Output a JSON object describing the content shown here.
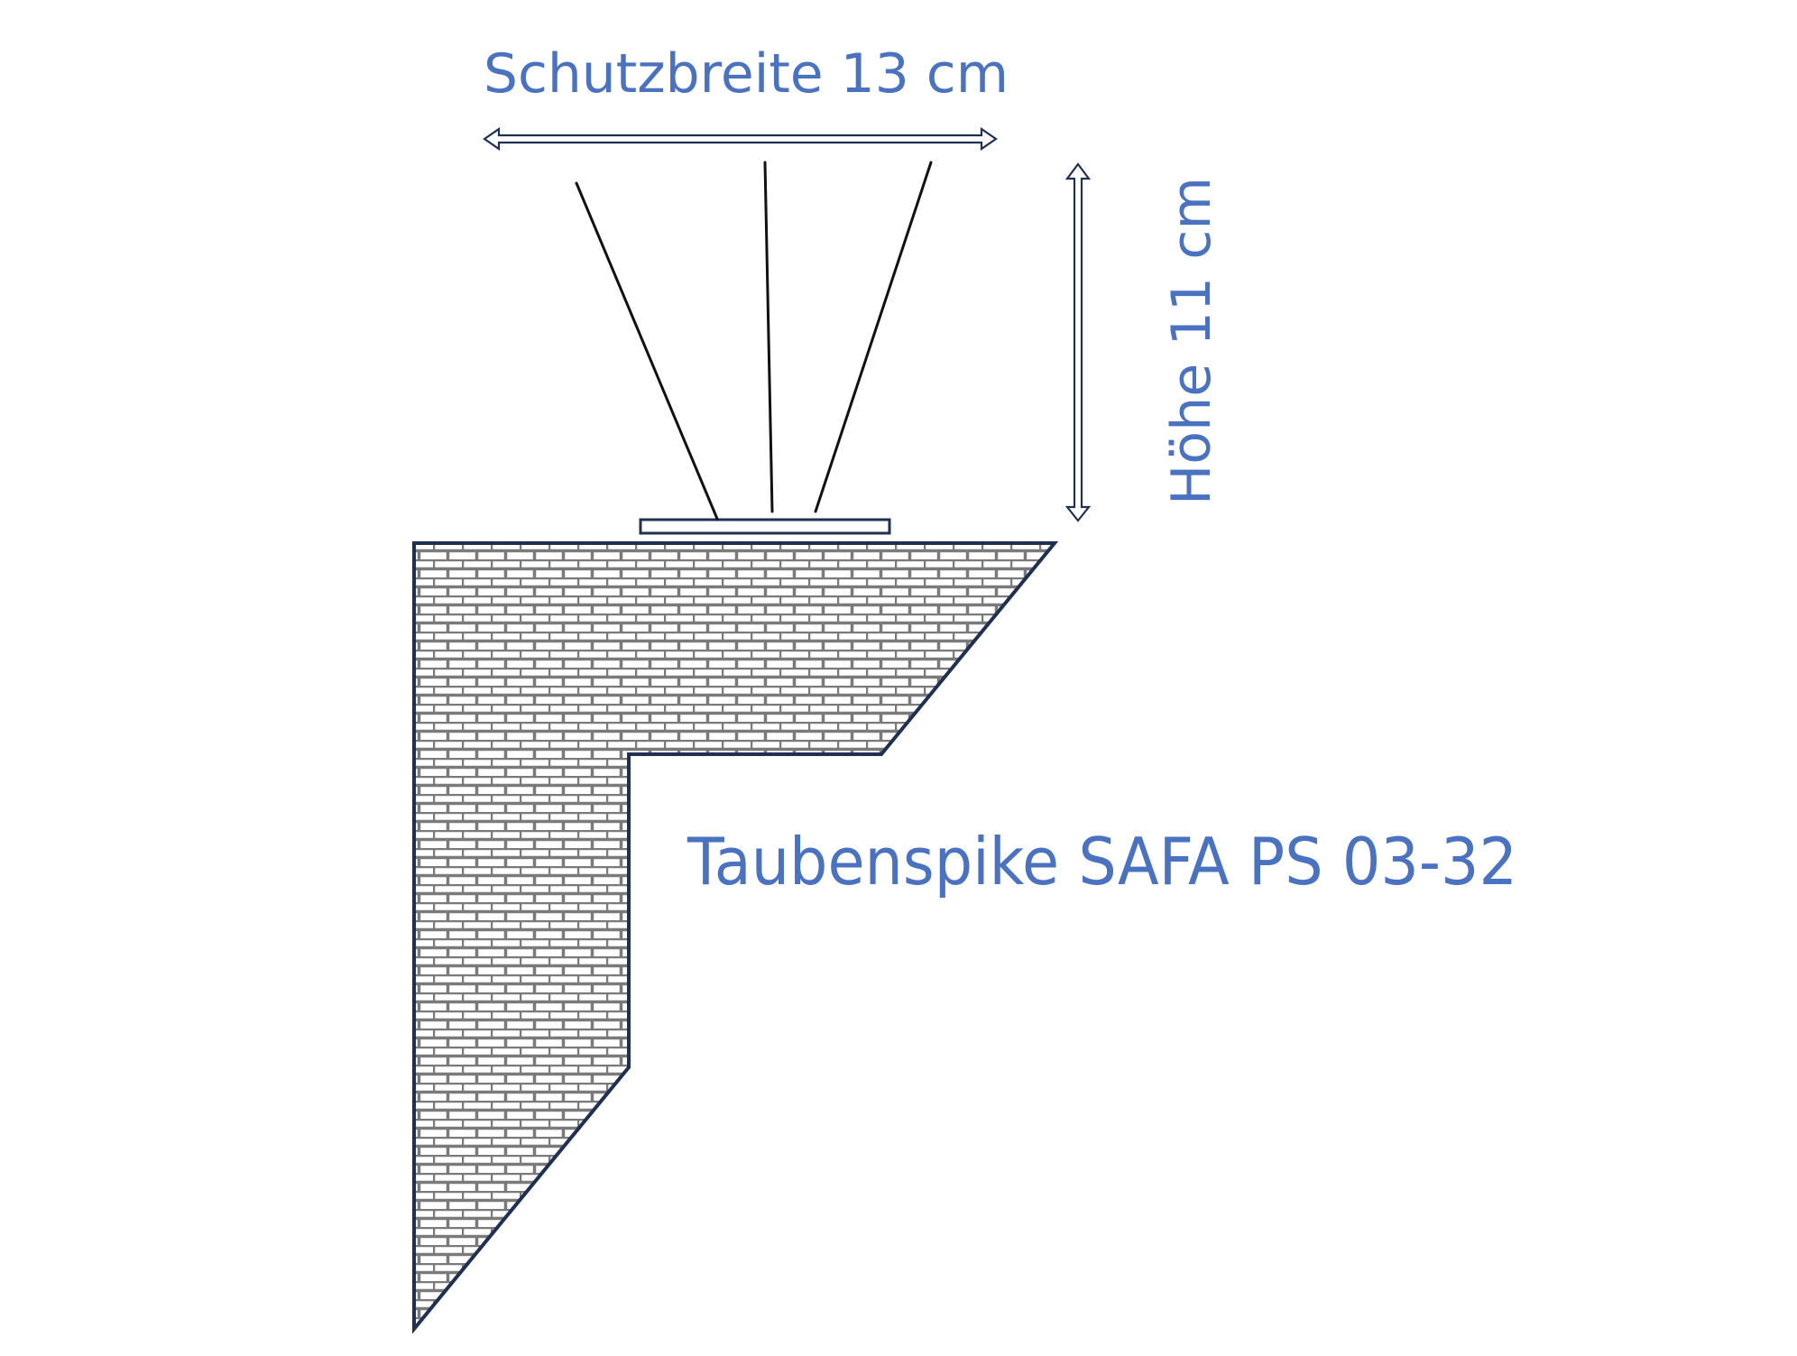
{
  "labels": {
    "width": "Schutzbreite 13 cm",
    "height": "Höhe 11 cm",
    "product": "Taubenspike SAFA PS 03-32"
  },
  "colors": {
    "label": "#4a72c0",
    "outline": "#1f3050",
    "mortar": "#ffffff",
    "brick_line": "#7a7a7a",
    "spike": "#111111",
    "background": "#ffffff"
  },
  "icons": {
    "width_arrow": "double-headed-horizontal-arrow",
    "height_arrow": "double-headed-vertical-arrow"
  }
}
